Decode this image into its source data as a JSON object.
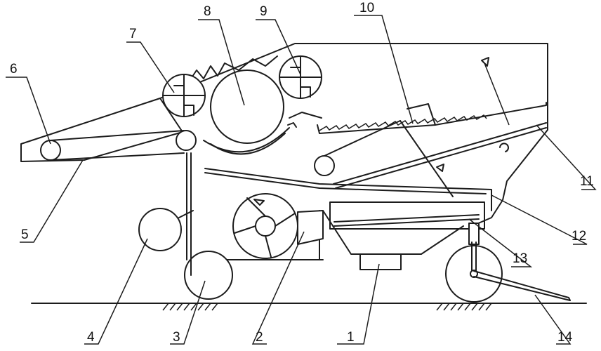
{
  "diagram": {
    "labels": {
      "n1": "1",
      "n2": "2",
      "n3": "3",
      "n4": "4",
      "n5": "5",
      "n6": "6",
      "n7": "7",
      "n8": "8",
      "n9": "9",
      "n10": "10",
      "n11": "11",
      "n12": "12",
      "n13": "13",
      "n14": "14"
    }
  },
  "colors": {
    "line": "#1c1c1c",
    "background": "#ffffff"
  }
}
